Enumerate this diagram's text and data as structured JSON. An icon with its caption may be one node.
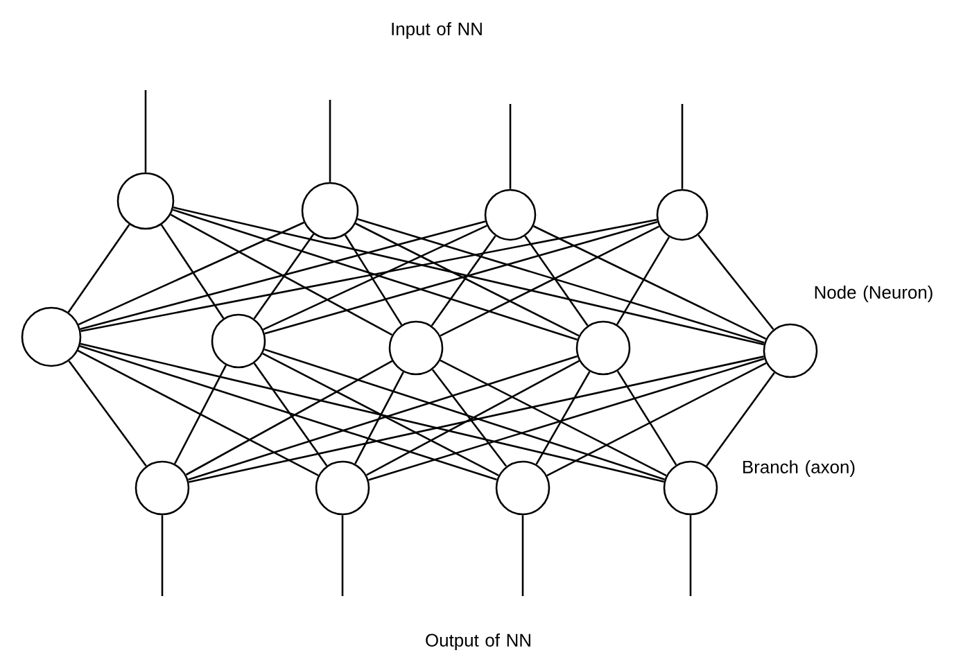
{
  "diagram": {
    "nodes": [
      {
        "text": [],
        "shape": "circle"
      },
      {
        "text": [],
        "shape": "circle"
      },
      {
        "text": [],
        "shape": "circle"
      },
      {
        "text": [],
        "shape": "circle"
      },
      {
        "text": [],
        "shape": "circle"
      },
      {
        "text": [],
        "shape": "circle"
      },
      {
        "text": [],
        "shape": "circle"
      },
      {
        "text": [],
        "shape": "circle"
      },
      {
        "text": [],
        "shape": "circle"
      },
      {
        "text": [],
        "shape": "circle"
      },
      {
        "text": [],
        "shape": "circle"
      },
      {
        "text": [],
        "shape": "circle"
      },
      {
        "text": [],
        "shape": "circle"
      }
    ],
    "edges": [
      {
        "from": null,
        "to": 0,
        "arrow": "none"
      },
      {
        "from": null,
        "to": 1,
        "arrow": "none"
      },
      {
        "from": null,
        "to": 2,
        "arrow": "none"
      },
      {
        "from": null,
        "to": 3,
        "arrow": "none"
      },
      {
        "from": 0,
        "to": 4,
        "arrow": "none"
      },
      {
        "from": 0,
        "to": 5,
        "arrow": "none"
      },
      {
        "from": 0,
        "to": 6,
        "arrow": "none"
      },
      {
        "from": 0,
        "to": 7,
        "arrow": "none"
      },
      {
        "from": 0,
        "to": 8,
        "arrow": "none"
      },
      {
        "from": 1,
        "to": 4,
        "arrow": "none"
      },
      {
        "from": 1,
        "to": 5,
        "arrow": "none"
      },
      {
        "from": 1,
        "to": 6,
        "arrow": "none"
      },
      {
        "from": 1,
        "to": 7,
        "arrow": "none"
      },
      {
        "from": 1,
        "to": 8,
        "arrow": "none"
      },
      {
        "from": 2,
        "to": 4,
        "arrow": "none"
      },
      {
        "from": 2,
        "to": 5,
        "arrow": "none"
      },
      {
        "from": 2,
        "to": 6,
        "arrow": "none"
      },
      {
        "from": 2,
        "to": 7,
        "arrow": "none"
      },
      {
        "from": 2,
        "to": 8,
        "arrow": "none"
      },
      {
        "from": 3,
        "to": 4,
        "arrow": "none"
      },
      {
        "from": 3,
        "to": 5,
        "arrow": "none"
      },
      {
        "from": 3,
        "to": 6,
        "arrow": "none"
      },
      {
        "from": 3,
        "to": 7,
        "arrow": "none"
      },
      {
        "from": 3,
        "to": 8,
        "arrow": "none"
      },
      {
        "from": 4,
        "to": 9,
        "arrow": "none"
      },
      {
        "from": 4,
        "to": 10,
        "arrow": "none"
      },
      {
        "from": 4,
        "to": 11,
        "arrow": "none"
      },
      {
        "from": 4,
        "to": 12,
        "arrow": "none"
      },
      {
        "from": 5,
        "to": 9,
        "arrow": "none"
      },
      {
        "from": 5,
        "to": 10,
        "arrow": "none"
      },
      {
        "from": 5,
        "to": 11,
        "arrow": "none"
      },
      {
        "from": 5,
        "to": 12,
        "arrow": "none"
      },
      {
        "from": 6,
        "to": 9,
        "arrow": "none"
      },
      {
        "from": 6,
        "to": 10,
        "arrow": "none"
      },
      {
        "from": 6,
        "to": 11,
        "arrow": "none"
      },
      {
        "from": 6,
        "to": 12,
        "arrow": "none"
      },
      {
        "from": 7,
        "to": 9,
        "arrow": "none"
      },
      {
        "from": 7,
        "to": 10,
        "arrow": "none"
      },
      {
        "from": 7,
        "to": 11,
        "arrow": "none"
      },
      {
        "from": 7,
        "to": 12,
        "arrow": "none"
      },
      {
        "from": 8,
        "to": 9,
        "arrow": "none"
      },
      {
        "from": 8,
        "to": 10,
        "arrow": "none"
      },
      {
        "from": 8,
        "to": 11,
        "arrow": "none"
      },
      {
        "from": 8,
        "to": 12,
        "arrow": "none"
      },
      {
        "from": 9,
        "to": null,
        "arrow": "none"
      },
      {
        "from": 10,
        "to": null,
        "arrow": "none"
      },
      {
        "from": 11,
        "to": null,
        "arrow": "none"
      },
      {
        "from": 12,
        "to": null,
        "arrow": "none"
      }
    ],
    "labels": [
      "Input of NN",
      "Node (Neuron)",
      "Branch (axon)",
      "Output of NN"
    ]
  }
}
